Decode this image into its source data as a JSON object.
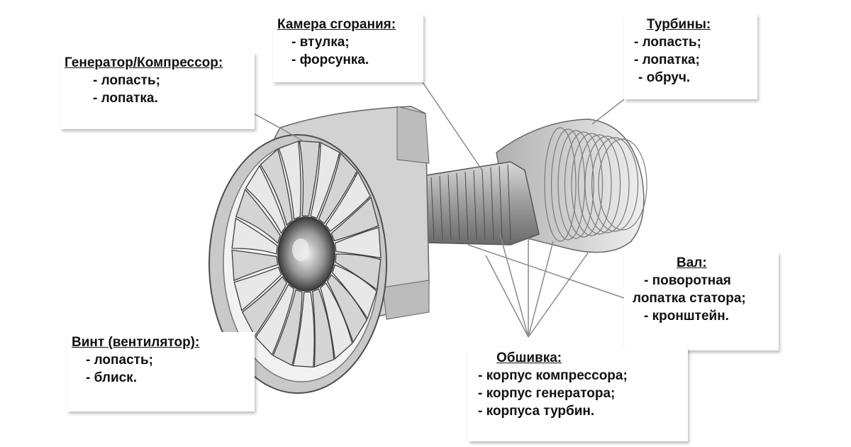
{
  "labels": {
    "compressor": {
      "title": "Генератор/Компрессор:",
      "items": [
        "- лопасть;",
        "- лопатка."
      ]
    },
    "combustion": {
      "title": "Камера сгорания:",
      "items": [
        "- втулка;",
        "- форсунка."
      ]
    },
    "turbines": {
      "title": "Турбины:",
      "items": [
        "- лопасть;",
        "- лопатка;",
        "- обруч."
      ]
    },
    "shaft": {
      "title": "Вал:",
      "items": [
        "- поворотная",
        "лопатка статора;",
        "- кронштейн."
      ]
    },
    "casing": {
      "title": "Обшивка:",
      "items": [
        "- корпус компрессора;",
        "- корпус генератора;",
        "- корпуса турбин."
      ]
    },
    "fan": {
      "title": "Винт (вентилятор):",
      "items": [
        "- лопасть;",
        "- блиск."
      ]
    }
  },
  "colors": {
    "engine_light": "#e3e3e3",
    "engine_mid": "#b8b8b8",
    "engine_dark": "#5a5a5a",
    "leader_line": "#8a8a8a",
    "text": "#111111"
  },
  "icons": {
    "engine": "turbofan-engine-cutaway-illustration"
  }
}
